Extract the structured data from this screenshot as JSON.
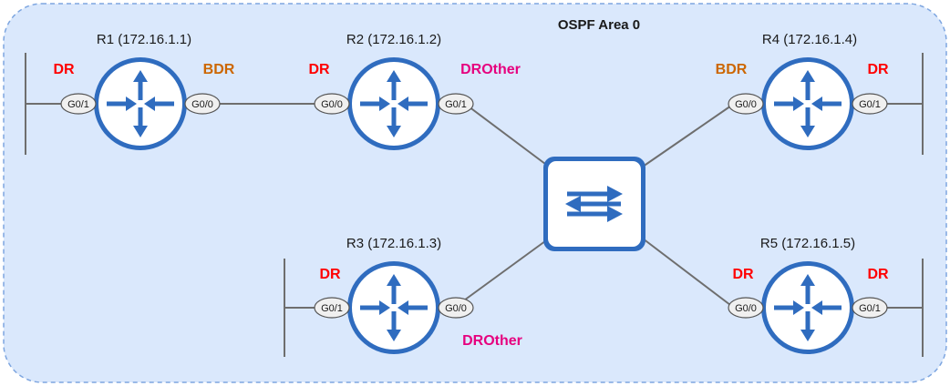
{
  "area_label": "OSPF Area 0",
  "colors": {
    "area_fill": "#dae8fc",
    "area_stroke": "#7ea6e0",
    "device_blue": "#2f6cbf",
    "link_gray": "#6e6e6e",
    "dr": "#ff0000",
    "bdr": "#cc6600",
    "drother": "#e6007e",
    "port_fill": "#f0f0f0"
  },
  "routers": [
    {
      "id": "r1",
      "label": "R1 (172.16.1.1)",
      "ports": [
        {
          "label": "G0/1",
          "role": "DR",
          "role_class": "dr"
        },
        {
          "label": "G0/0",
          "role": "BDR",
          "role_class": "bdr"
        }
      ]
    },
    {
      "id": "r2",
      "label": "R2 (172.16.1.2)",
      "ports": [
        {
          "label": "G0/0",
          "role": "DR",
          "role_class": "dr"
        },
        {
          "label": "G0/1",
          "role": "DROther",
          "role_class": "drother"
        }
      ]
    },
    {
      "id": "r3",
      "label": "R3 (172.16.1.3)",
      "ports": [
        {
          "label": "G0/1",
          "role": "DR",
          "role_class": "dr"
        },
        {
          "label": "G0/0",
          "role": "DROther",
          "role_class": "drother"
        }
      ]
    },
    {
      "id": "r4",
      "label": "R4 (172.16.1.4)",
      "ports": [
        {
          "label": "G0/0",
          "role": "BDR",
          "role_class": "bdr"
        },
        {
          "label": "G0/1",
          "role": "DR",
          "role_class": "dr"
        }
      ]
    },
    {
      "id": "r5",
      "label": "R5 (172.16.1.5)",
      "ports": [
        {
          "label": "G0/0",
          "role": "DR",
          "role_class": "dr"
        },
        {
          "label": "G0/1",
          "role": "DR",
          "role_class": "dr"
        }
      ]
    }
  ],
  "switch": {
    "icon": "switch-icon"
  }
}
